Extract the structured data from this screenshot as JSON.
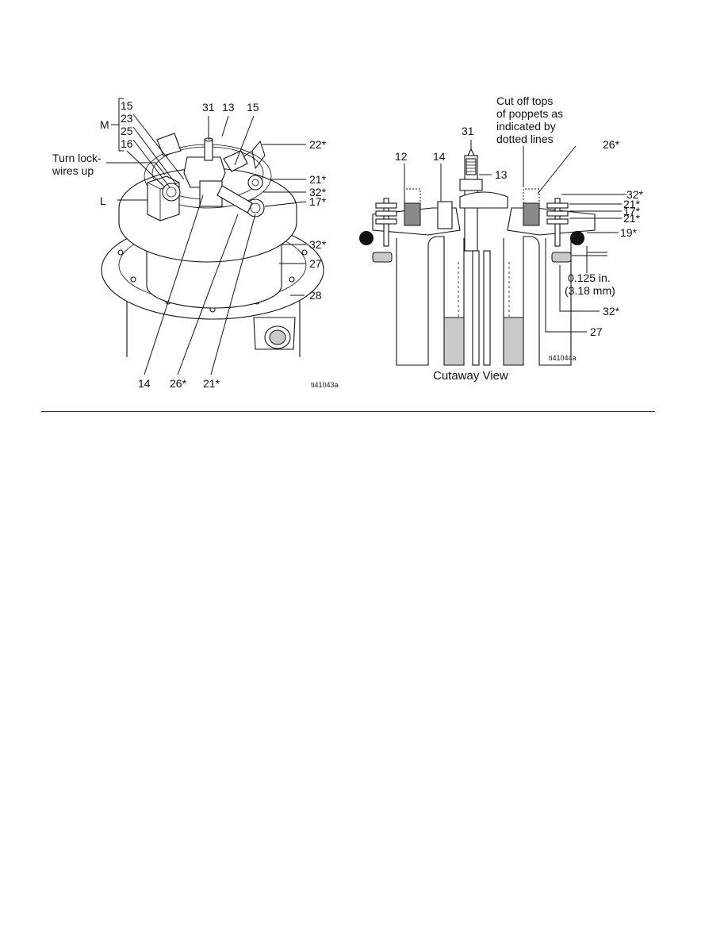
{
  "left_view": {
    "group_label": "M",
    "group_items": [
      "15",
      "23",
      "25",
      "16"
    ],
    "callouts": {
      "c31": "31",
      "c13": "13",
      "c15_top": "15",
      "c22": "22*",
      "c21_right": "21*",
      "c32_right": "32*",
      "c17": "17*",
      "c32_flange": "32*",
      "c27": "27",
      "c28": "28",
      "cL": "L",
      "c14_bottom": "14",
      "c26_bottom": "26*",
      "c21_bottom": "21*"
    },
    "note_lines": [
      "Turn lock-",
      "wires up"
    ],
    "figure_id": "ti41043a"
  },
  "right_view": {
    "note_lines": [
      "Cut off tops",
      "of poppets as",
      "indicated by",
      "dotted lines"
    ],
    "callouts": {
      "c31": "31",
      "c12": "12",
      "c14": "14",
      "c13": "13",
      "c26": "26*",
      "c32_top": "32*",
      "c21_a": "21*",
      "c17": "17*",
      "c21_b": "21*",
      "c19": "19*",
      "c32_bottom": "32*",
      "c27": "27"
    },
    "dimension": [
      "0.125 in.",
      "(3.18 mm)"
    ],
    "figure_id": "ti41044a",
    "caption": "Cutaway View"
  }
}
